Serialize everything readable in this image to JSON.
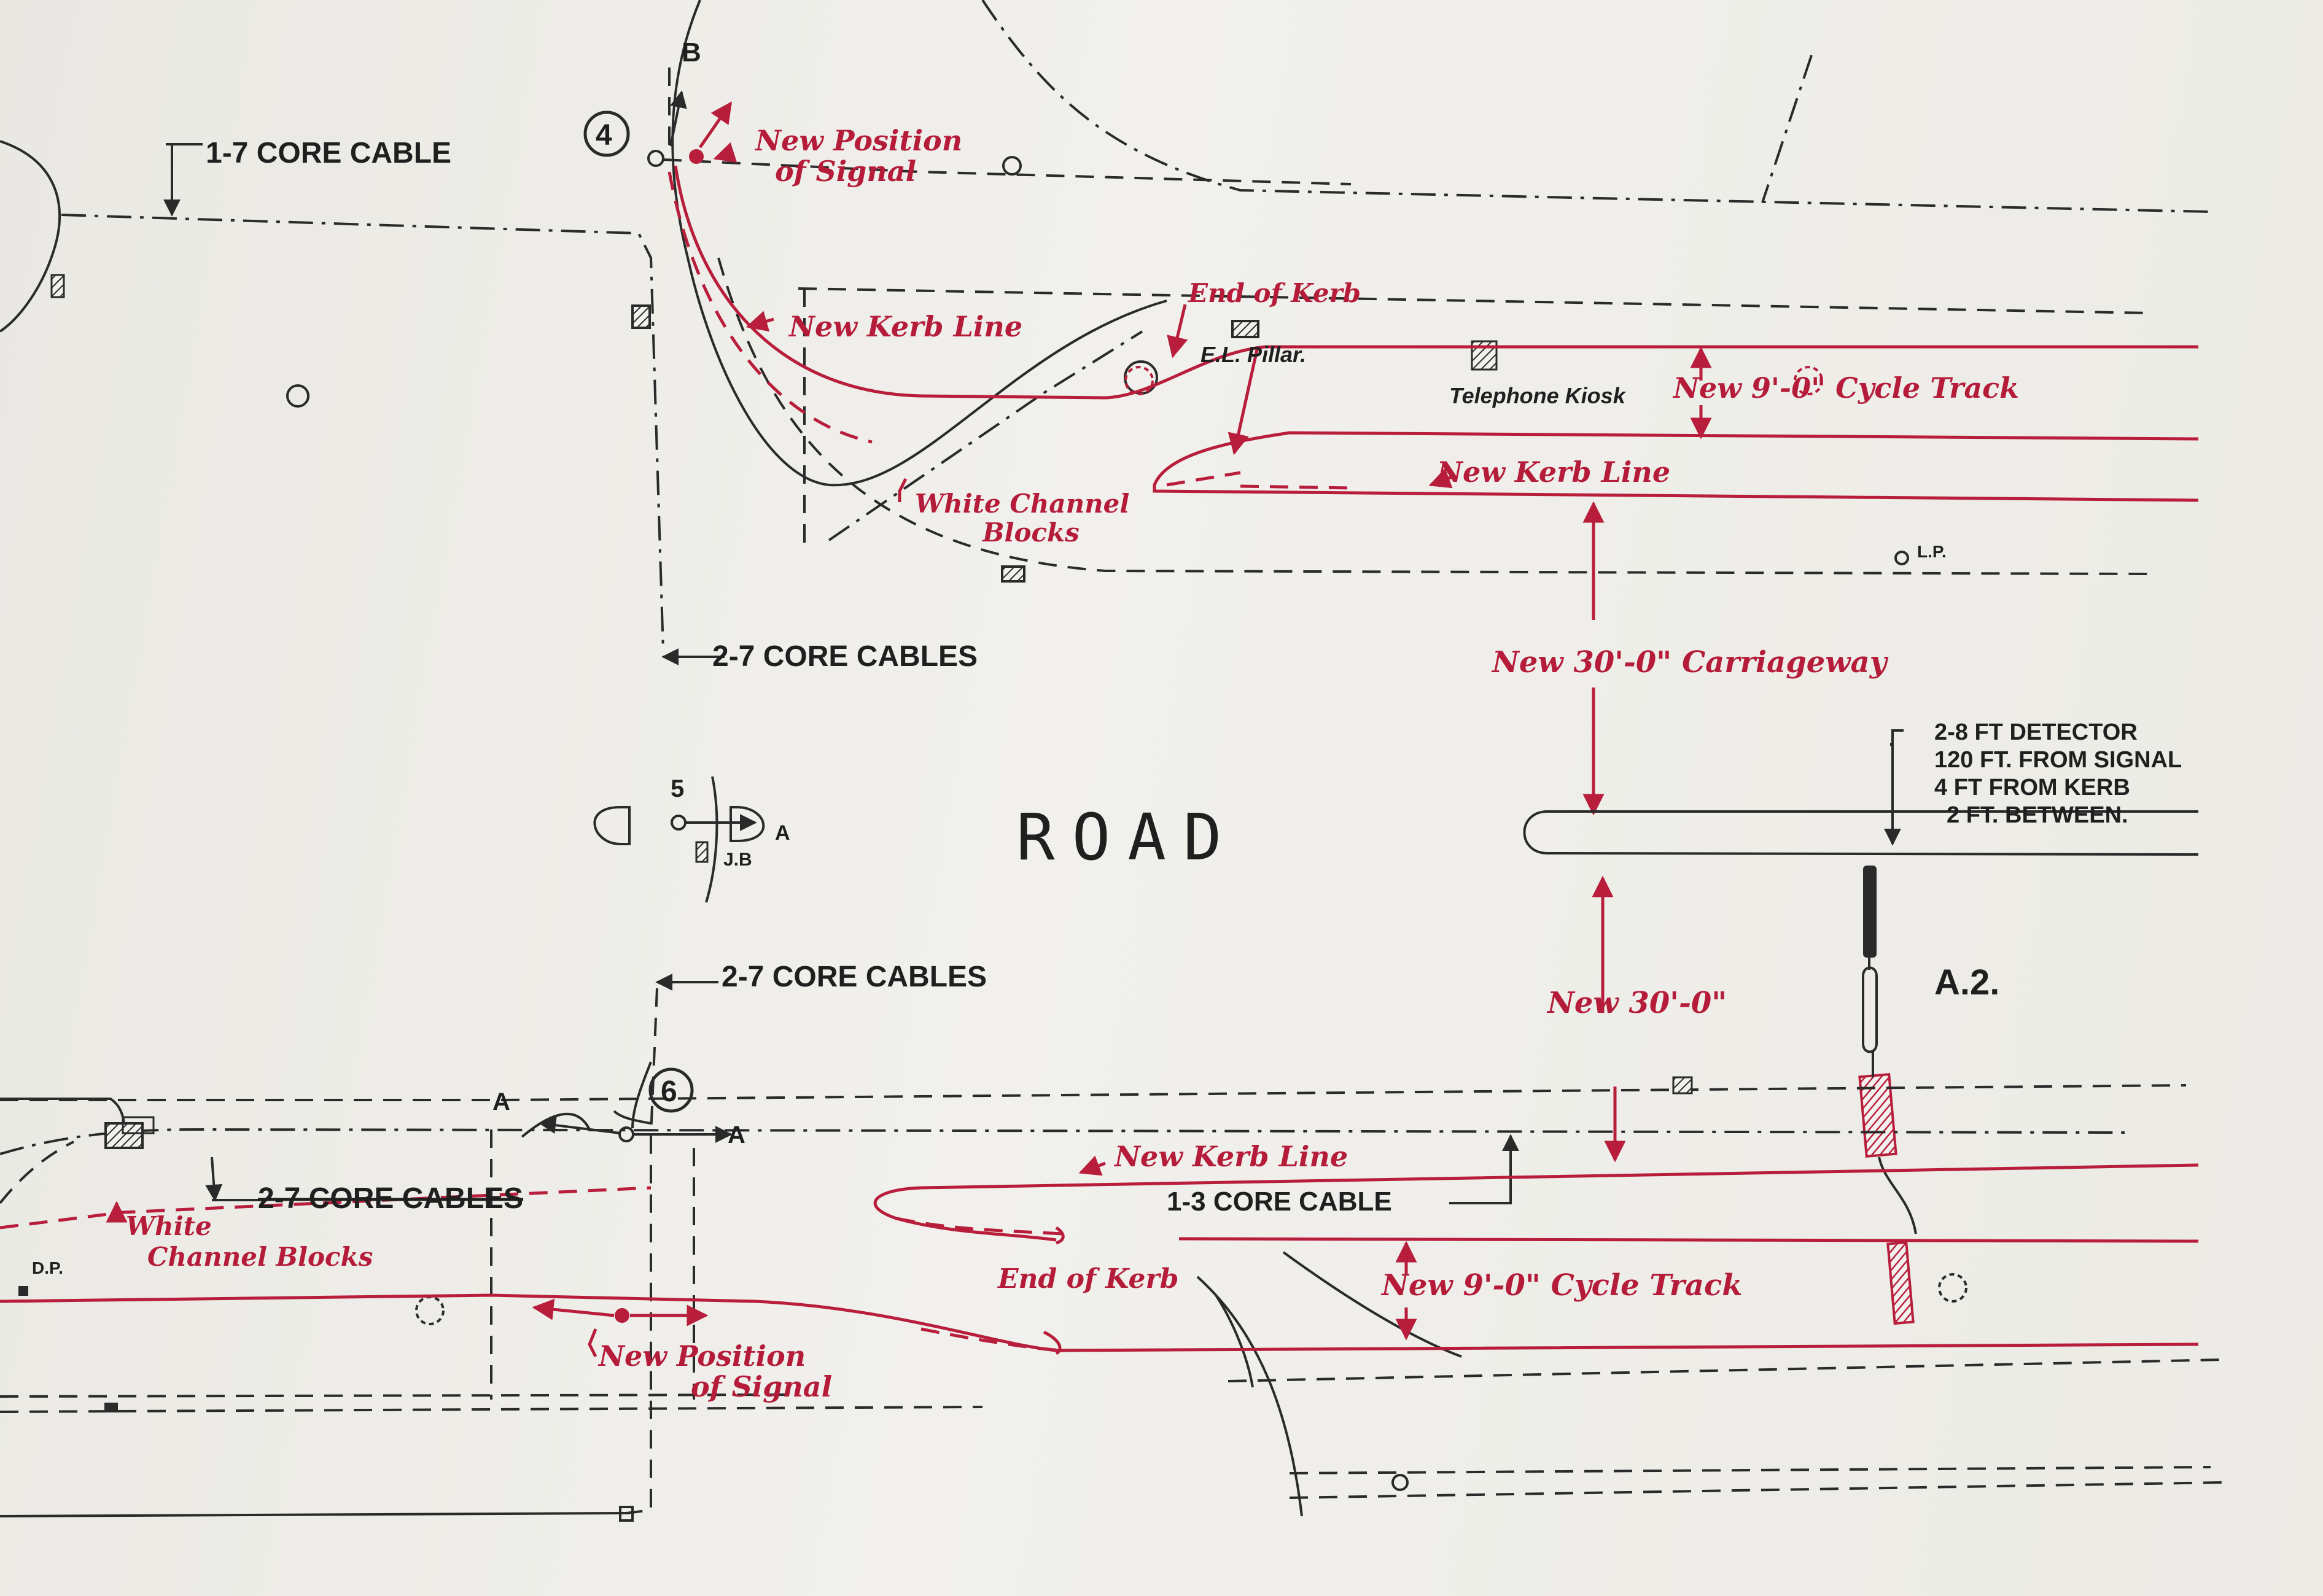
{
  "labels": {
    "core_cable_top": "1-7 CORE CABLE",
    "signal_4_number": "4",
    "signal_4_letter": "B",
    "new_position_signal_top_1": "New Position",
    "new_position_signal_top_2": "of Signal",
    "end_of_kerb_top": "End of Kerb",
    "el_pillar": "E.L. Pillar.",
    "new_kerb_line_top_left": "New Kerb Line",
    "telephone_kiosk": "Telephone Kiosk",
    "cycle_track_top": "New 9'-0\" Cycle Track",
    "new_kerb_line_top_right": "New Kerb Line",
    "white_channel_top_1": "White Channel",
    "white_channel_top_2": "Blocks",
    "lp": "L.P.",
    "core_cables_top_mid": "2-7 CORE CABLES",
    "carriageway": "New 30'-0\" Carriageway",
    "detector_1": "2-8 FT DETECTOR",
    "detector_2": "120 FT. FROM SIGNAL",
    "detector_3": "4 FT FROM KERB",
    "detector_4": "2 FT. BETWEEN.",
    "signal_5_number": "5",
    "signal_5_letter": "A",
    "jb": "J.B",
    "road": "ROAD",
    "a2": "A.2.",
    "core_cables_bottom_mid": "2-7 CORE CABLES",
    "new_30_bottom": "New 30'-0\"",
    "signal_6_number": "6",
    "signal_6_letter_left": "A",
    "signal_6_letter_right": "A",
    "core_cables_bottom_left": "2-7 CORE CABLES",
    "new_kerb_line_bottom": "New Kerb Line",
    "core_cable_1_3": "1-3 CORE CABLE",
    "white_channel_bottom_1": "White",
    "white_channel_bottom_2": "Channel Blocks",
    "dp": "D.P.",
    "end_of_kerb_bottom": "End of Kerb",
    "cycle_track_bottom": "New 9'-0\" Cycle Track",
    "new_position_signal_bottom_1": "New Position",
    "new_position_signal_bottom_2": "of Signal"
  },
  "colors": {
    "paper": "#ecebe6",
    "ink_black": "#2a2a2a",
    "ink_red": "#b81e3c"
  }
}
